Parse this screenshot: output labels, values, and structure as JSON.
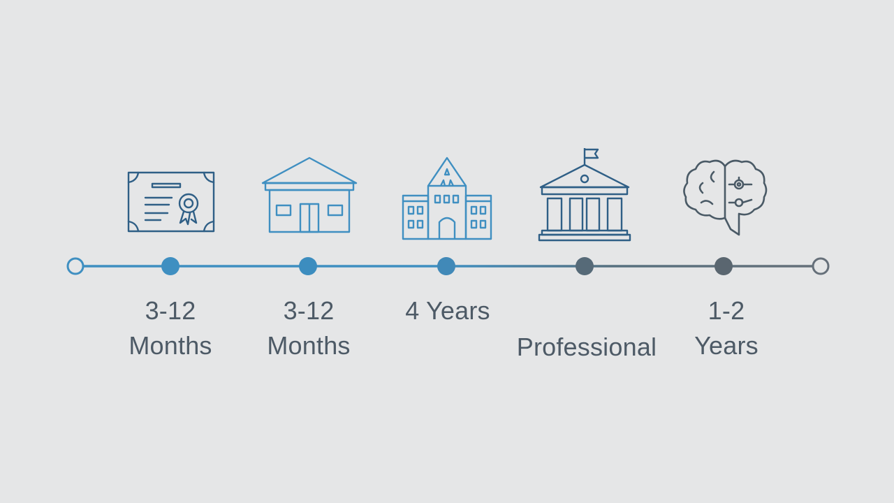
{
  "stages": [
    {
      "id": "certificate",
      "icon": "certificate-icon",
      "duration": "3-12\nMonths"
    },
    {
      "id": "trade-school",
      "icon": "school-building-icon",
      "duration": "3-12\nMonths"
    },
    {
      "id": "university",
      "icon": "university-campus-icon",
      "duration": "4 Years"
    },
    {
      "id": "professional-school",
      "icon": "institution-flag-icon",
      "duration": "Professional"
    },
    {
      "id": "specialization",
      "icon": "brain-gears-icon",
      "duration": "1-2\nYears"
    }
  ],
  "colors": {
    "background": "#e5e6e7",
    "blue": "#3f8fc1",
    "steel": "#4a7690",
    "slate": "#5c6872",
    "navy": "#2f5f86",
    "text": "#4d5a66"
  }
}
